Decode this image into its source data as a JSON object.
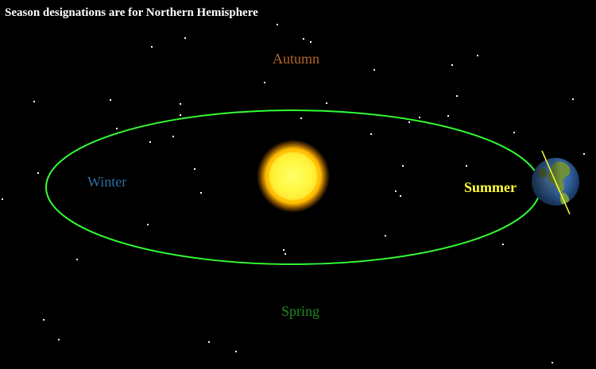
{
  "caption": "Season designations are for Northern Hemisphere",
  "seasons": {
    "autumn": {
      "label": "Autumn",
      "color": "#b0662a"
    },
    "winter": {
      "label": "Winter",
      "color": "#2f6e9e"
    },
    "spring": {
      "label": "Spring",
      "color": "#1f8a1f"
    },
    "summer": {
      "label": "Summer",
      "color": "#ffff33"
    }
  },
  "colors": {
    "background": "#000000",
    "orbit": "#33ff33",
    "sun_core": "#ffff66",
    "sun_edge": "#ff9900",
    "earth_ocean": "#3a6fb0",
    "earth_land": "#5f8a3a",
    "axis": "#ffff33",
    "star": "#ffffff"
  },
  "icons": {
    "sun": "sun-icon",
    "earth": "earth-icon"
  }
}
